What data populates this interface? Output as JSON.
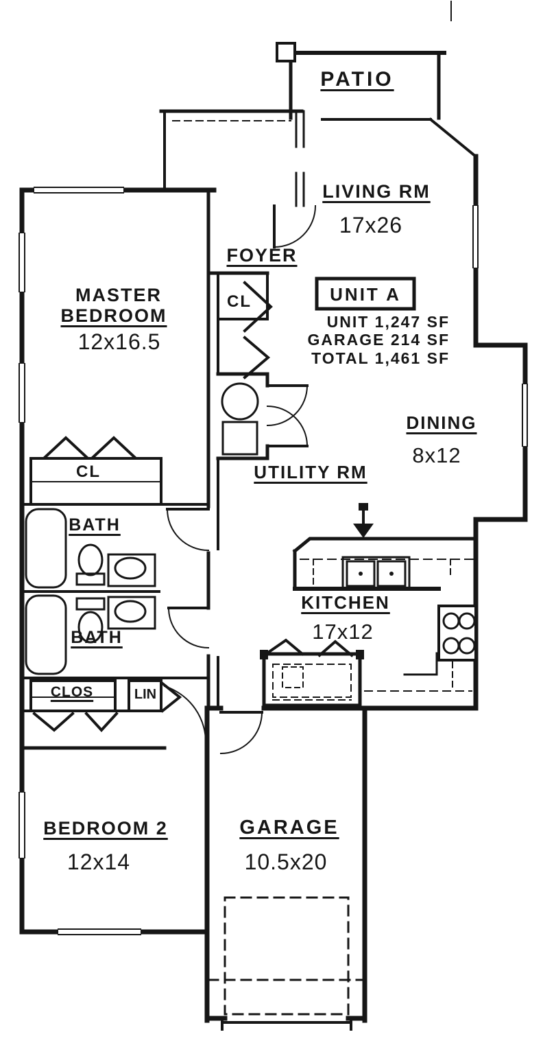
{
  "title": "Unit A Floor Plan",
  "colors": {
    "ink": "#161616",
    "paper": "#ffffff"
  },
  "rooms": {
    "patio": {
      "label": "PATIO"
    },
    "living": {
      "label": "LIVING RM",
      "dim": "17x26"
    },
    "foyer": {
      "label": "FOYER"
    },
    "master": {
      "label_line1": "MASTER",
      "label_line2": "BEDROOM",
      "dim": "12x16.5"
    },
    "closet_foyer": {
      "label": "CL"
    },
    "closet_master": {
      "label": "CL"
    },
    "utility": {
      "label": "UTILITY RM"
    },
    "dining": {
      "label": "DINING",
      "dim": "8x12"
    },
    "bath_master": {
      "label": "BATH"
    },
    "bath_second": {
      "label": "BATH"
    },
    "clos": {
      "label": "CLOS"
    },
    "linen": {
      "label": "LIN"
    },
    "kitchen": {
      "label": "KITCHEN",
      "dim": "17x12"
    },
    "bedroom2": {
      "label": "BEDROOM 2",
      "dim": "12x14"
    },
    "garage": {
      "label": "GARAGE",
      "dim": "10.5x20"
    }
  },
  "unit_info": {
    "name": "UNIT A",
    "lines": [
      "UNIT 1,247 SF",
      "GARAGE 214 SF",
      "TOTAL 1,461 SF"
    ]
  }
}
